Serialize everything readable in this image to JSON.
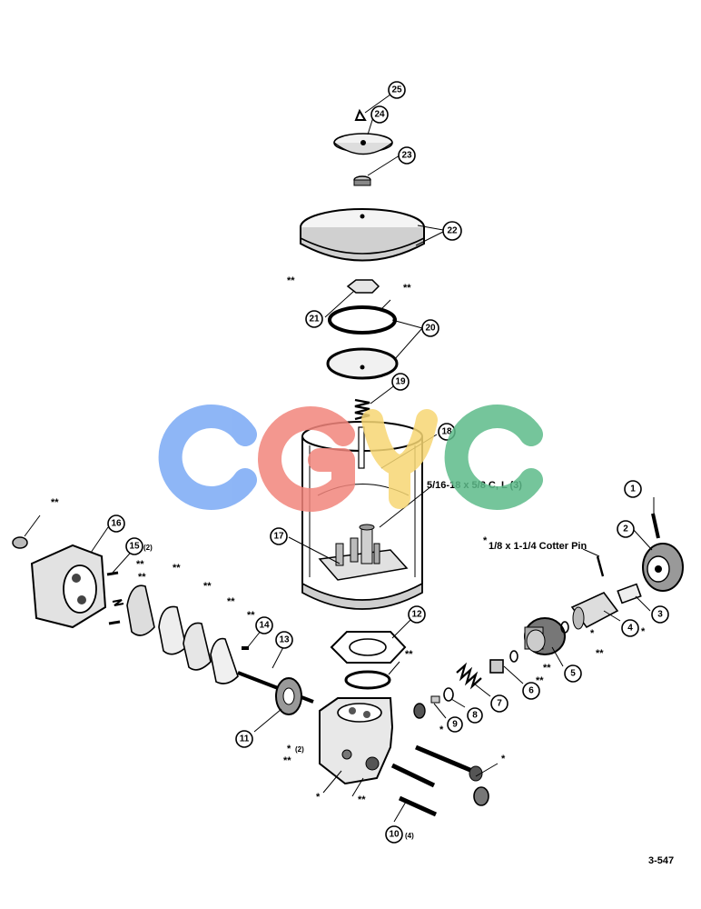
{
  "watermark": {
    "text": "CGYC",
    "colors": [
      "#7aa9f5",
      "#f2857c",
      "#f7d774",
      "#5dbb8a"
    ]
  },
  "figure_id": "3-547",
  "notes": {
    "bolt_spec": "5/16-18 x  5/8 C, L (3)",
    "cotter_pin": "1/8 x 1-1/4 Cotter Pin",
    "qty_15": "(2)",
    "qty_10": "(4)",
    "qty_star": "(2)",
    "asterisk_single": "*",
    "asterisk_double": "**"
  },
  "callouts": [
    "1",
    "2",
    "3",
    "4",
    "5",
    "6",
    "7",
    "8",
    "9",
    "10",
    "11",
    "12",
    "13",
    "14",
    "15",
    "16",
    "17",
    "18",
    "19",
    "20",
    "21",
    "22",
    "23",
    "24",
    "25"
  ]
}
